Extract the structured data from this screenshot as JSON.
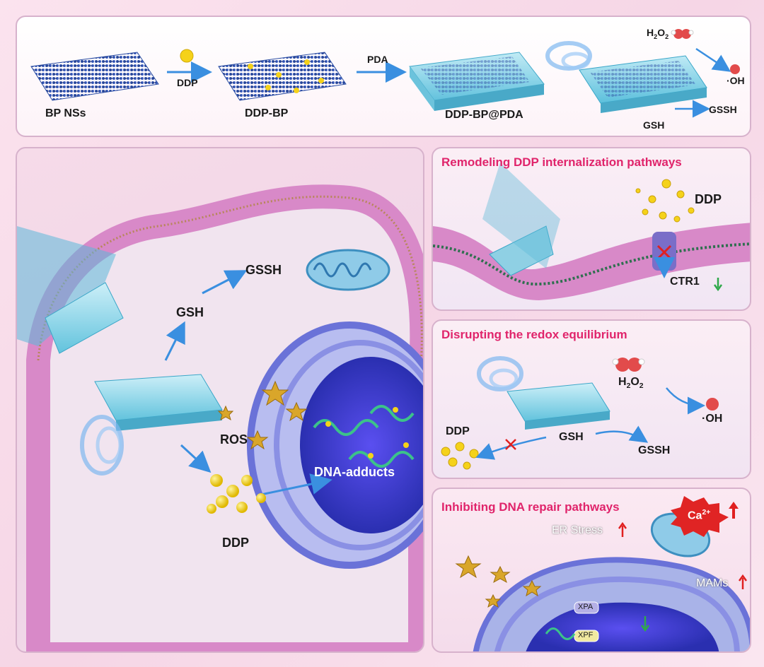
{
  "top": {
    "bp_nss": "BP NSs",
    "ddp_arrow": "DDP",
    "ddp_bp": "DDP-BP",
    "pda_arrow": "PDA",
    "ddp_bp_pda": "DDP-BP@PDA",
    "h2o2_main": "H",
    "h2o2_sub1": "2",
    "h2o2_mid": "O",
    "h2o2_sub2": "2",
    "oh": "·OH",
    "gssh": "GSSH",
    "gsh": "GSH"
  },
  "cell": {
    "gssh": "GSSH",
    "gsh": "GSH",
    "ros": "ROS",
    "dna_adducts": "DNA-adducts",
    "ddp": "DDP"
  },
  "panel1": {
    "title": "Remodeling DDP internalization pathways",
    "ddp": "DDP",
    "ctr1": "CTR1"
  },
  "panel2": {
    "title": "Disrupting the redox equilibrium",
    "h2o2_main": "H",
    "h2o2_sub1": "2",
    "h2o2_mid": "O",
    "h2o2_sub2": "2",
    "oh": "·OH",
    "ddp": "DDP",
    "gsh": "GSH",
    "gssh": "GSSH"
  },
  "panel3": {
    "title": "Inhibiting DNA repair pathways",
    "ca": "Ca",
    "ca_sup": "2+",
    "er_stress": "ER Stress",
    "mams": "MAMs",
    "xpa": "XPA",
    "xpf": "XPF"
  },
  "colors": {
    "accent_title": "#e0246b",
    "arrow_blue": "#3a8fe0",
    "ddp_yellow": "#f5d21a",
    "membrane_pink": "#d889c8",
    "nucleus_blue": "#3b3fd0",
    "up_red": "#e02020",
    "down_green": "#2fa84a"
  }
}
